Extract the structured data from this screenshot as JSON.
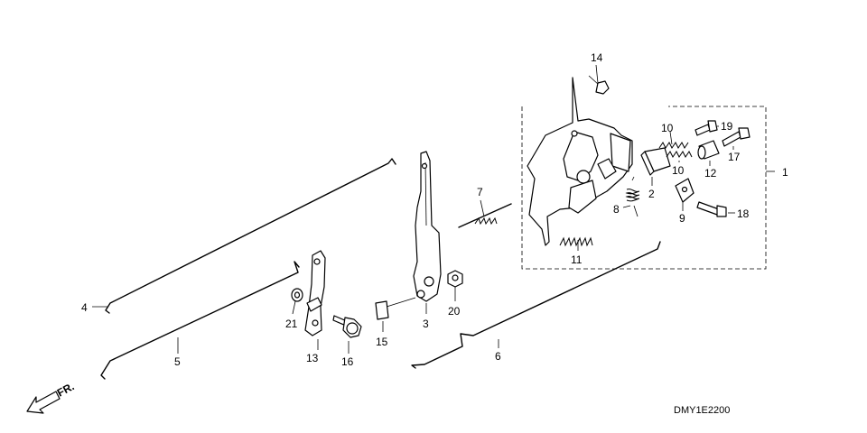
{
  "diagram_code": "DMY1E2200",
  "direction_label": "FR.",
  "callouts": [
    "1",
    "2",
    "3",
    "4",
    "5",
    "6",
    "7",
    "8",
    "9",
    "10",
    "10",
    "11",
    "12",
    "13",
    "14",
    "15",
    "16",
    "17",
    "18",
    "19",
    "20",
    "21"
  ]
}
